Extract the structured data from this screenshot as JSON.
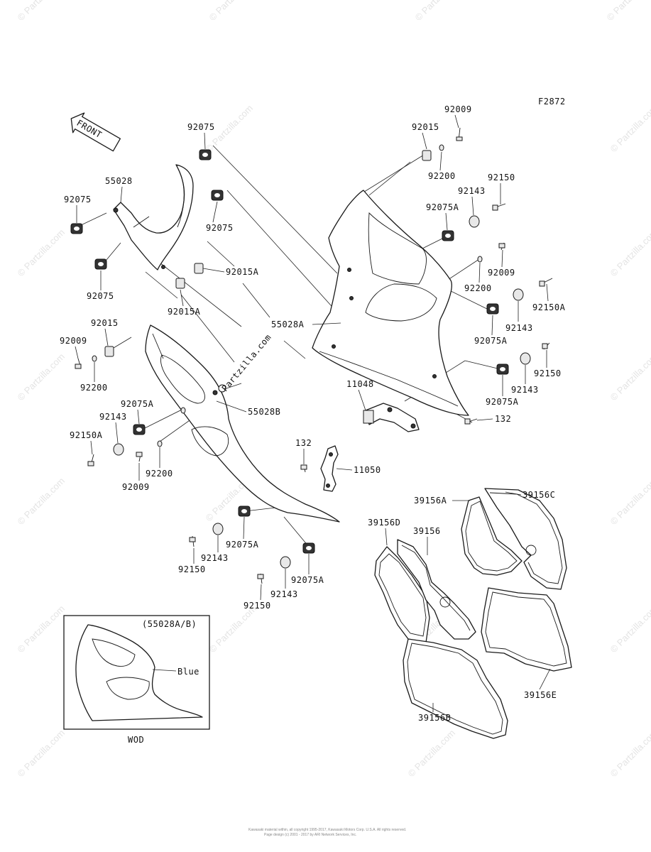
{
  "figure_code": "F2872",
  "front_arrow_label": "FRONT",
  "watermark_text": "© Partzilla.com",
  "center_stamp": "Partzilla.com",
  "inset": {
    "title": "(55028A/B)",
    "color_label": "Blue",
    "caption": "WOD"
  },
  "footer": {
    "line1": "Kawasaki material within, all copyright 1995-2017, Kawasaki Motors Corp. U.S.A. All rights reserved.",
    "line2": "Page design (c) 2001 - 2017 by ARI Network Services, Inc."
  },
  "labels": {
    "p92009_top": "92009",
    "p92015_top": "92015",
    "p92200_top": "92200",
    "p92150_top": "92150",
    "p92143_top": "92143",
    "p92075A_top": "92075A",
    "p92009_mid": "92009",
    "p92200_mid": "92200",
    "p92150A_right": "92150A",
    "p92143_right1": "92143",
    "p92075A_right1": "92075A",
    "p92150_right": "92150",
    "p92143_right2": "92143",
    "p92075A_right2": "92075A",
    "p55028A": "55028A",
    "p11048": "11048",
    "p132_right": "132",
    "p92075_top": "92075",
    "p55028": "55028",
    "p92075_left": "92075",
    "p92075_mid": "92075",
    "p92015A_1": "92015A",
    "p92075_low": "92075",
    "p92015A_2": "92015A",
    "p92015_left": "92015",
    "p92009_left": "92009",
    "p92200_left": "92200",
    "p92075A_left": "92075A",
    "p55028B": "55028B",
    "p92143_left": "92143",
    "p92150A_left": "92150A",
    "p92200_low": "92200",
    "p92009_low": "92009",
    "p132_mid": "132",
    "p11050": "11050",
    "p92075A_bot1": "92075A",
    "p92143_bot1": "92143",
    "p92150_bot1": "92150",
    "p92075A_bot2": "92075A",
    "p92143_bot2": "92143",
    "p92150_bot2": "92150",
    "p39156A": "39156A",
    "p39156C": "39156C",
    "p39156D": "39156D",
    "p39156": "39156",
    "p39156E": "39156E",
    "p39156B": "39156B"
  }
}
